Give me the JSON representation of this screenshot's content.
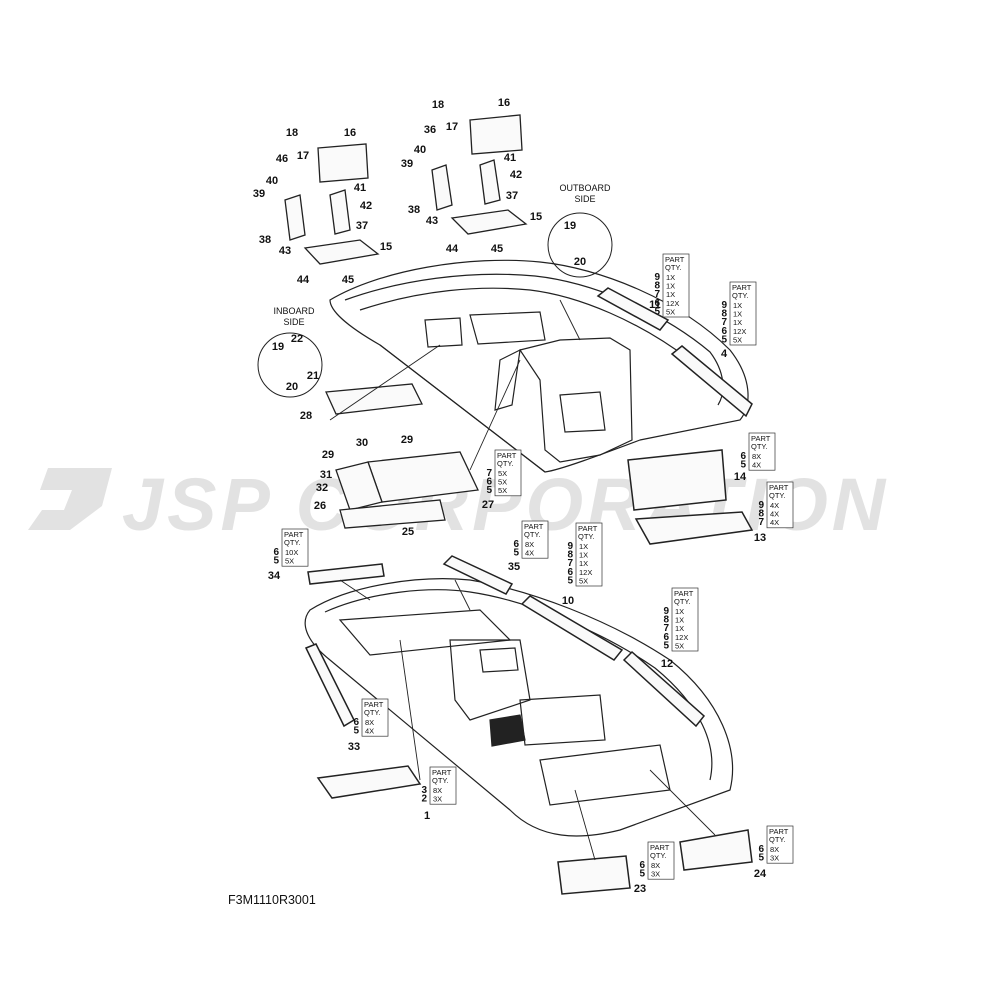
{
  "watermark": "JSP CORPORATION",
  "diagram_code": "F3M1110R3001",
  "side_labels": {
    "outboard": [
      "OUTBOARD",
      "SIDE"
    ],
    "inboard": [
      "INBOARD",
      "SIDE"
    ]
  },
  "qty_header": [
    "PART",
    "QTY."
  ],
  "callouts": [
    "1",
    "2",
    "3",
    "4",
    "5",
    "6",
    "7",
    "8",
    "9",
    "10",
    "11",
    "12",
    "13",
    "14",
    "15",
    "16",
    "17",
    "18",
    "19",
    "20",
    "21",
    "22",
    "23",
    "24",
    "25",
    "26",
    "27",
    "28",
    "29",
    "30",
    "31",
    "32",
    "33",
    "34",
    "35",
    "36",
    "37",
    "38",
    "39",
    "40",
    "41",
    "42",
    "43",
    "44",
    "45",
    "46"
  ],
  "callout_instances": [
    {
      "n": "18"
    },
    {
      "n": "16"
    },
    {
      "n": "17"
    },
    {
      "n": "46"
    },
    {
      "n": "40"
    },
    {
      "n": "39"
    },
    {
      "n": "41"
    },
    {
      "n": "42"
    },
    {
      "n": "37"
    },
    {
      "n": "38"
    },
    {
      "n": "43"
    },
    {
      "n": "15"
    },
    {
      "n": "44"
    },
    {
      "n": "45"
    },
    {
      "n": "18"
    },
    {
      "n": "16"
    },
    {
      "n": "36"
    },
    {
      "n": "17"
    },
    {
      "n": "40"
    },
    {
      "n": "39"
    },
    {
      "n": "41"
    },
    {
      "n": "42"
    },
    {
      "n": "37"
    },
    {
      "n": "38"
    },
    {
      "n": "43"
    },
    {
      "n": "15"
    },
    {
      "n": "44"
    },
    {
      "n": "45"
    },
    {
      "n": "19"
    },
    {
      "n": "20"
    },
    {
      "n": "19"
    },
    {
      "n": "22"
    },
    {
      "n": "21"
    },
    {
      "n": "20"
    },
    {
      "n": "28"
    },
    {
      "n": "30"
    },
    {
      "n": "29"
    },
    {
      "n": "29"
    },
    {
      "n": "31"
    },
    {
      "n": "32"
    },
    {
      "n": "26"
    },
    {
      "n": "25"
    },
    {
      "n": "27"
    },
    {
      "n": "11"
    },
    {
      "n": "4"
    },
    {
      "n": "14"
    },
    {
      "n": "13"
    },
    {
      "n": "34"
    },
    {
      "n": "35"
    },
    {
      "n": "10"
    },
    {
      "n": "12"
    },
    {
      "n": "33"
    },
    {
      "n": "1"
    },
    {
      "n": "23"
    },
    {
      "n": "24"
    }
  ],
  "qty_tables": [
    {
      "id": "t11",
      "rows": [
        {
          "part": "9",
          "qty": "1X"
        },
        {
          "part": "8",
          "qty": "1X"
        },
        {
          "part": "7",
          "qty": "1X"
        },
        {
          "part": "6",
          "qty": "12X"
        },
        {
          "part": "5",
          "qty": "5X"
        }
      ]
    },
    {
      "id": "t4",
      "rows": [
        {
          "part": "9",
          "qty": "1X"
        },
        {
          "part": "8",
          "qty": "1X"
        },
        {
          "part": "7",
          "qty": "1X"
        },
        {
          "part": "6",
          "qty": "12X"
        },
        {
          "part": "5",
          "qty": "5X"
        }
      ]
    },
    {
      "id": "t14",
      "rows": [
        {
          "part": "6",
          "qty": "8X"
        },
        {
          "part": "5",
          "qty": "4X"
        }
      ]
    },
    {
      "id": "t13",
      "rows": [
        {
          "part": "9",
          "qty": "4X"
        },
        {
          "part": "8",
          "qty": "4X"
        },
        {
          "part": "7",
          "qty": "4X"
        }
      ]
    },
    {
      "id": "t27",
      "rows": [
        {
          "part": "7",
          "qty": "5X"
        },
        {
          "part": "6",
          "qty": "5X"
        },
        {
          "part": "5",
          "qty": "5X"
        }
      ]
    },
    {
      "id": "t34",
      "rows": [
        {
          "part": "6",
          "qty": "10X"
        },
        {
          "part": "5",
          "qty": "5X"
        }
      ]
    },
    {
      "id": "t35",
      "rows": [
        {
          "part": "6",
          "qty": "8X"
        },
        {
          "part": "5",
          "qty": "4X"
        }
      ]
    },
    {
      "id": "t10",
      "rows": [
        {
          "part": "9",
          "qty": "1X"
        },
        {
          "part": "8",
          "qty": "1X"
        },
        {
          "part": "7",
          "qty": "1X"
        },
        {
          "part": "6",
          "qty": "12X"
        },
        {
          "part": "5",
          "qty": "5X"
        }
      ]
    },
    {
      "id": "t12",
      "rows": [
        {
          "part": "9",
          "qty": "1X"
        },
        {
          "part": "8",
          "qty": "1X"
        },
        {
          "part": "7",
          "qty": "1X"
        },
        {
          "part": "6",
          "qty": "12X"
        },
        {
          "part": "5",
          "qty": "5X"
        }
      ]
    },
    {
      "id": "t33",
      "rows": [
        {
          "part": "6",
          "qty": "8X"
        },
        {
          "part": "5",
          "qty": "4X"
        }
      ]
    },
    {
      "id": "t1",
      "rows": [
        {
          "part": "3",
          "qty": "8X"
        },
        {
          "part": "2",
          "qty": "3X"
        }
      ]
    },
    {
      "id": "t23",
      "rows": [
        {
          "part": "6",
          "qty": "8X"
        },
        {
          "part": "5",
          "qty": "3X"
        }
      ]
    },
    {
      "id": "t24",
      "rows": [
        {
          "part": "6",
          "qty": "8X"
        },
        {
          "part": "5",
          "qty": "3X"
        }
      ]
    }
  ],
  "colors": {
    "line": "#222222",
    "watermark": "#e2e2e2",
    "background": "#ffffff"
  }
}
